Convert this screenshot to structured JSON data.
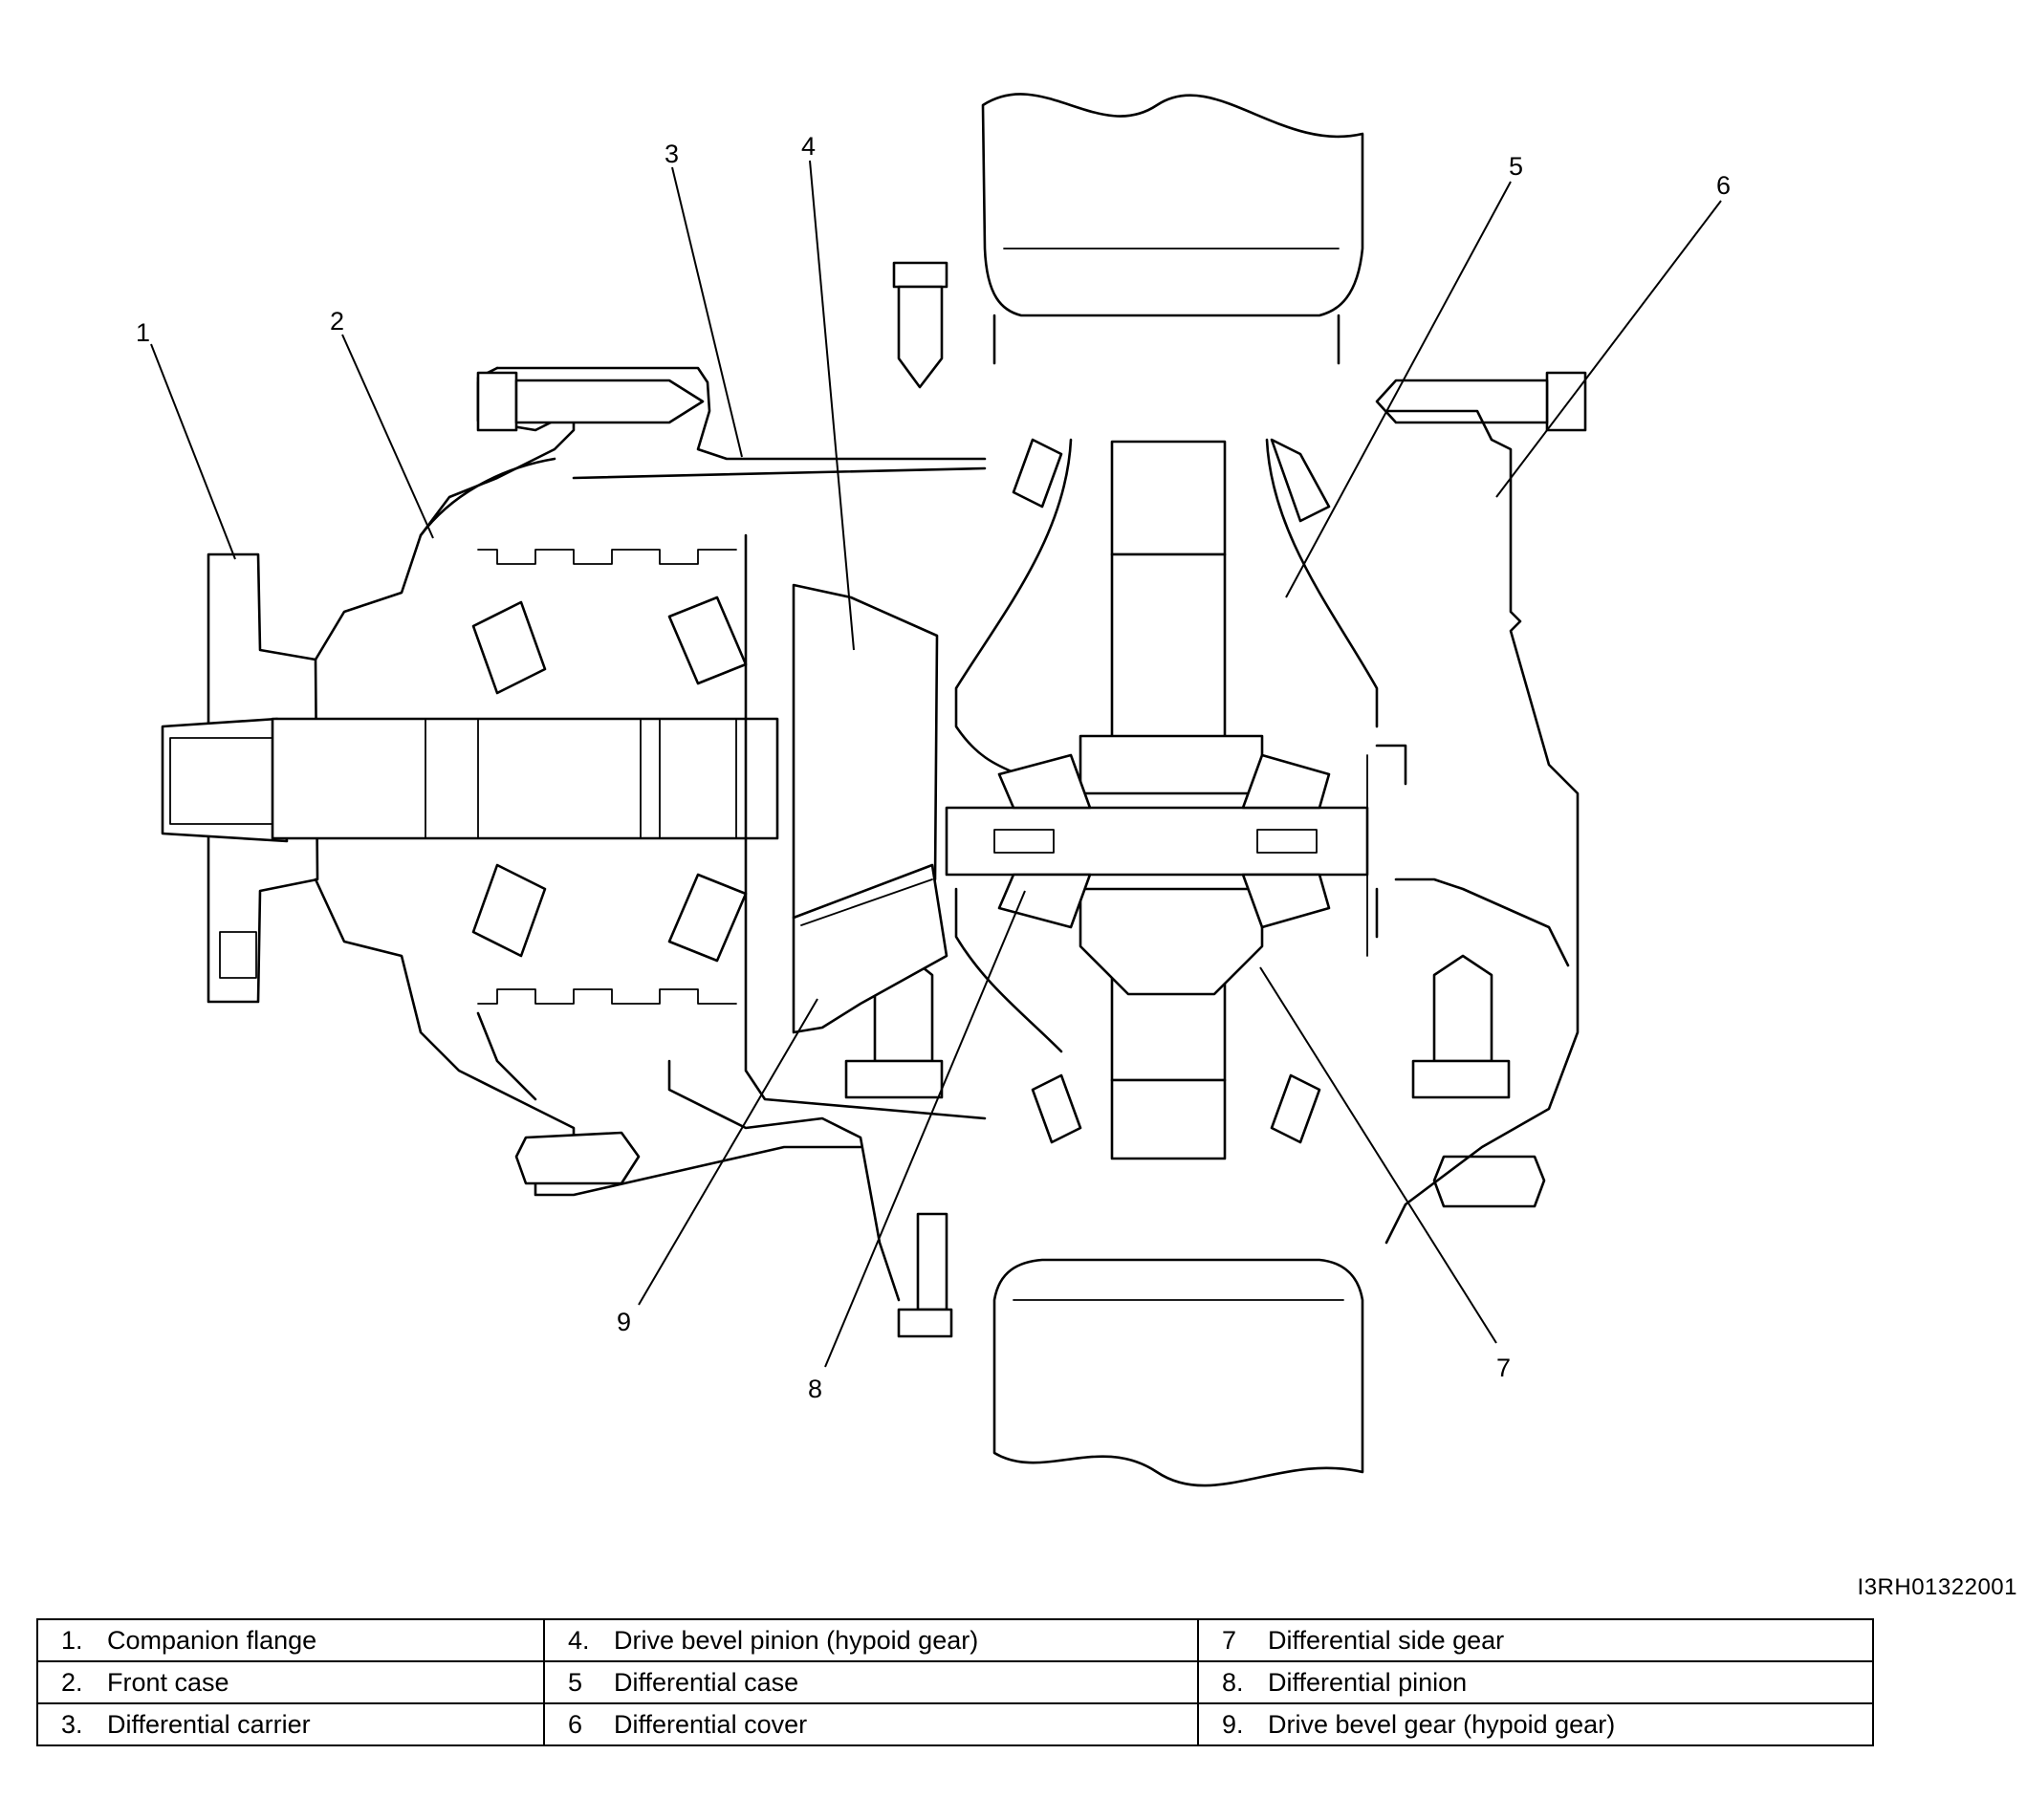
{
  "image_code": "I3RH01322001",
  "callouts": [
    {
      "number": "1"
    },
    {
      "number": "2"
    },
    {
      "number": "3"
    },
    {
      "number": "4"
    },
    {
      "number": "5"
    },
    {
      "number": "6"
    },
    {
      "number": "7"
    },
    {
      "number": "8"
    },
    {
      "number": "9"
    }
  ],
  "legend": {
    "rows": [
      [
        {
          "no": "1.",
          "label": "Companion flange"
        },
        {
          "no": "4.",
          "label": "Drive bevel pinion (hypoid gear)"
        },
        {
          "no": "7",
          "label": "Differential side gear"
        }
      ],
      [
        {
          "no": "2.",
          "label": "Front case"
        },
        {
          "no": "5",
          "label": "Differential case"
        },
        {
          "no": "8.",
          "label": "Differential pinion"
        }
      ],
      [
        {
          "no": "3.",
          "label": "Differential carrier"
        },
        {
          "no": "6",
          "label": "Differential cover"
        },
        {
          "no": "9.",
          "label": "Drive bevel gear (hypoid gear)"
        }
      ]
    ]
  }
}
